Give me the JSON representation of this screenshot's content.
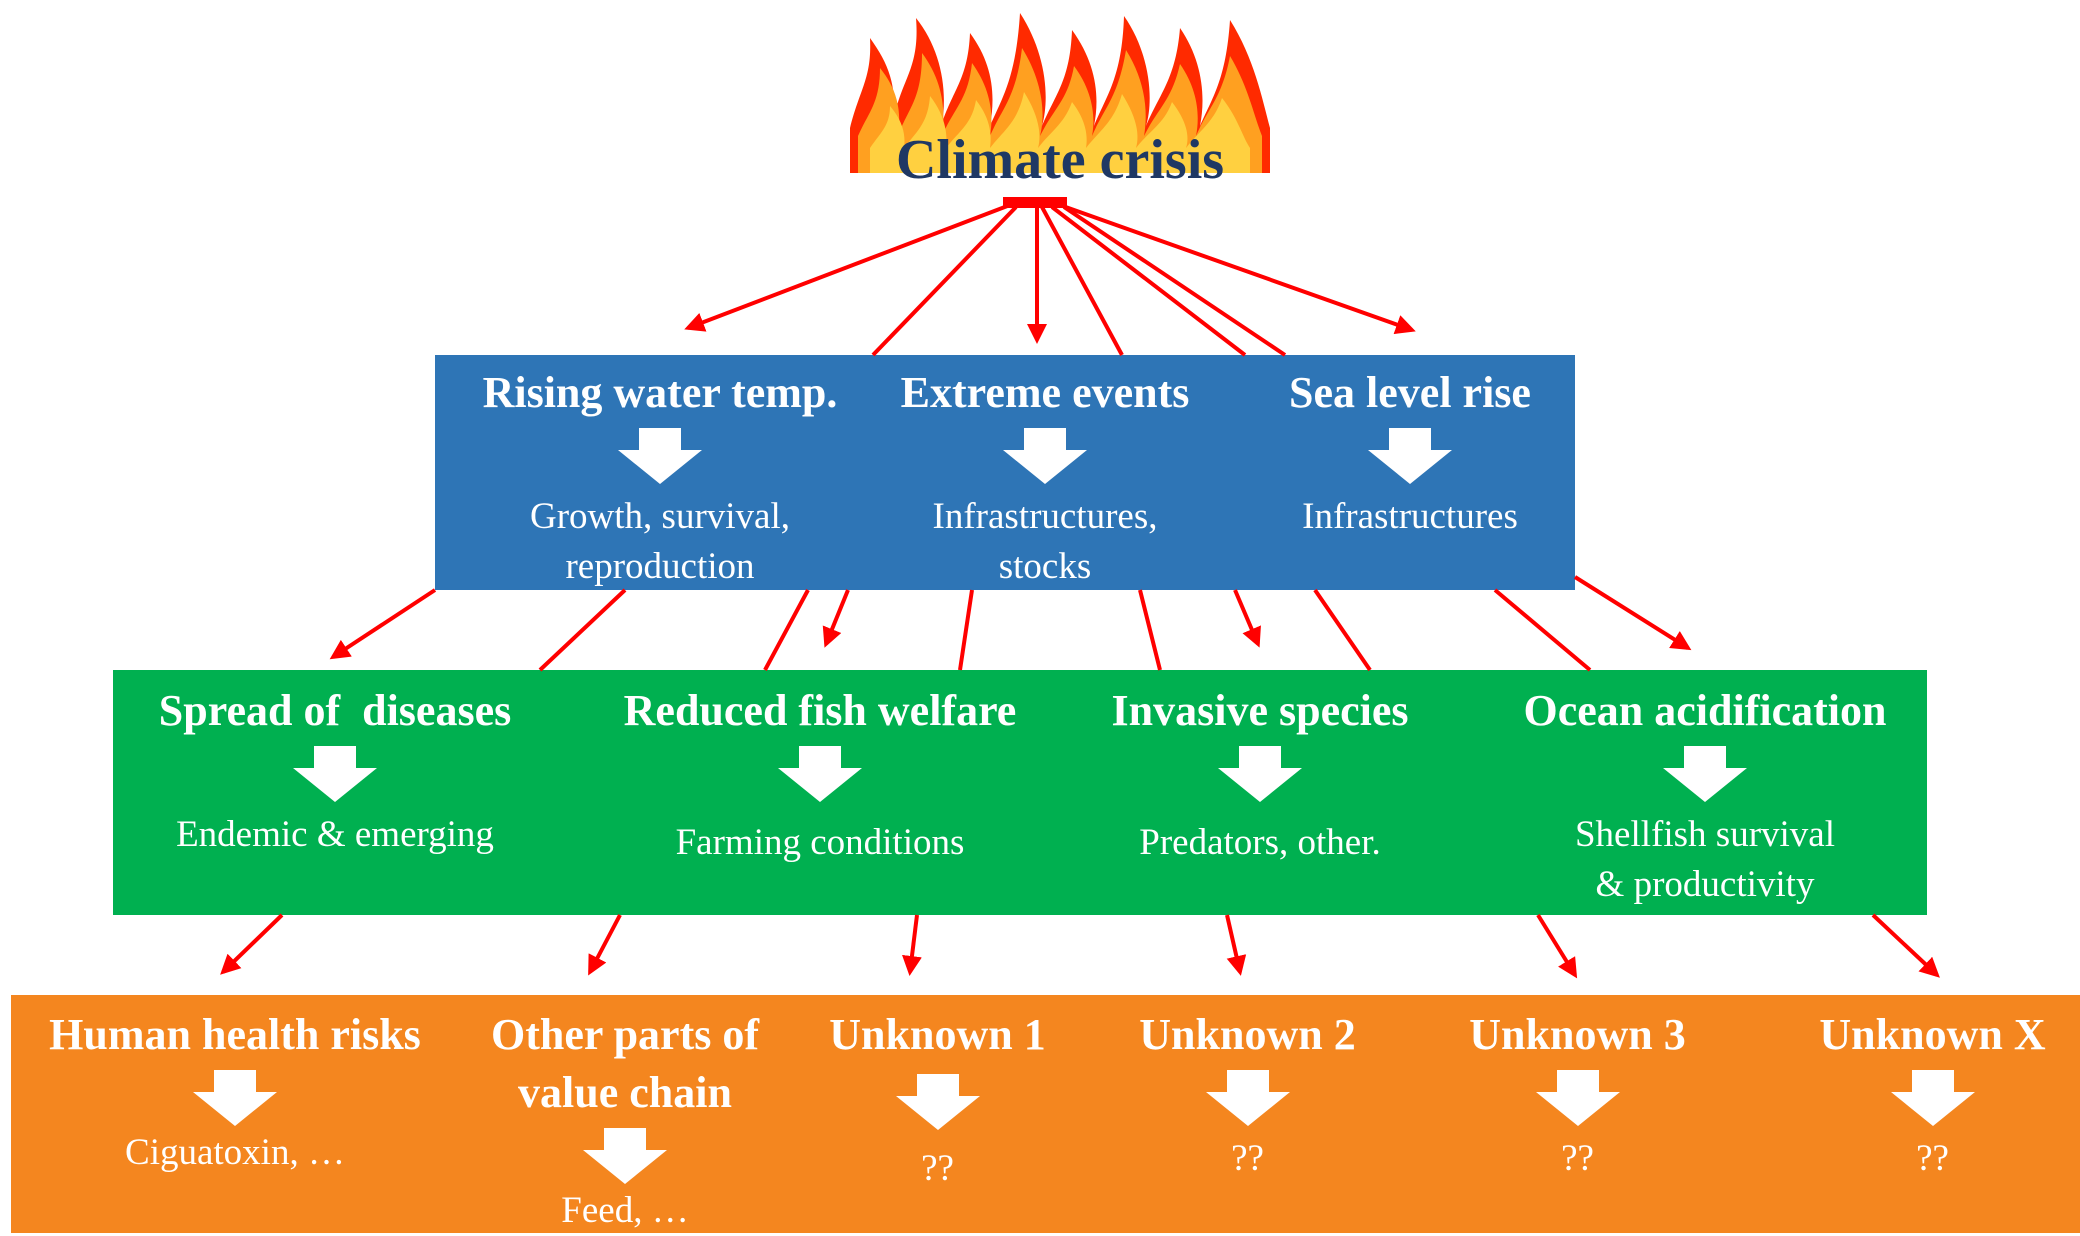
{
  "title": "Climate crisis",
  "colors": {
    "arrow": "#ff0000",
    "title": "#1f3864",
    "tier1_bg": "#2e75b6",
    "tier2_bg": "#00b050",
    "tier3_bg": "#f4861f",
    "text": "#ffffff"
  },
  "tier1": [
    {
      "heading": "Rising water temp.",
      "detail": [
        "Growth, survival,",
        "reproduction"
      ]
    },
    {
      "heading": "Extreme events",
      "detail": [
        "Infrastructures,",
        "stocks"
      ]
    },
    {
      "heading": "Sea level rise",
      "detail": [
        "Infrastructures"
      ]
    }
  ],
  "tier2": [
    {
      "heading": "Spread of  diseases",
      "detail": [
        "Endemic & emerging"
      ]
    },
    {
      "heading": "Reduced fish welfare",
      "detail": [
        "Farming conditions"
      ]
    },
    {
      "heading": "Invasive species",
      "detail": [
        "Predators, other."
      ]
    },
    {
      "heading": "Ocean acidification",
      "detail": [
        "Shellfish survival",
        "& productivity"
      ]
    }
  ],
  "tier3": [
    {
      "heading": [
        "Human health risks"
      ],
      "detail": [
        "Ciguatoxin, …"
      ]
    },
    {
      "heading": [
        "Other parts of",
        "value chain"
      ],
      "detail": [
        "Feed, …"
      ]
    },
    {
      "heading": [
        "Unknown 1"
      ],
      "detail": [
        "??"
      ]
    },
    {
      "heading": [
        "Unknown 2"
      ],
      "detail": [
        "??"
      ]
    },
    {
      "heading": [
        "Unknown 3"
      ],
      "detail": [
        "??"
      ]
    },
    {
      "heading": [
        "Unknown X"
      ],
      "detail": [
        "??"
      ]
    }
  ]
}
